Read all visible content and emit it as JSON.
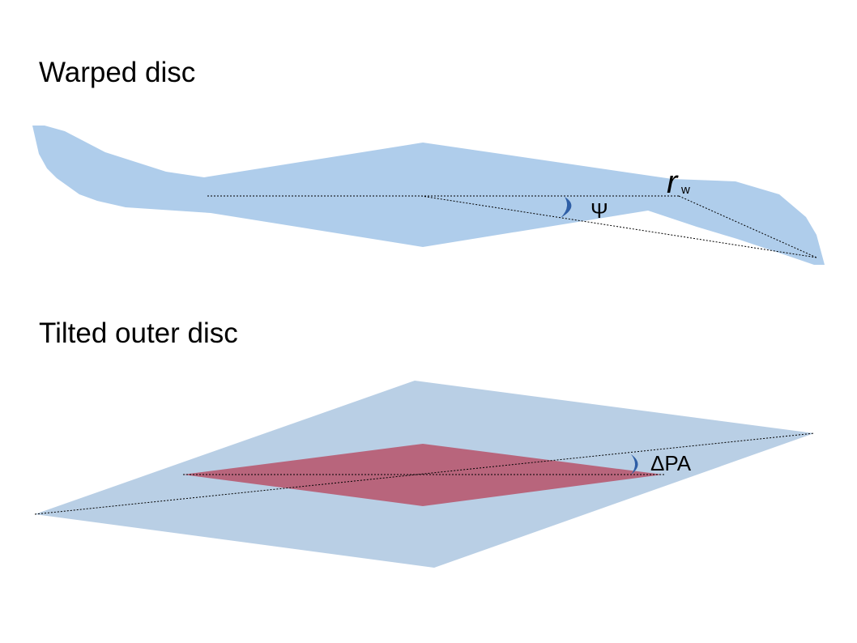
{
  "panels": {
    "warped": {
      "title": "Warped disc",
      "angle_label": "Ψ",
      "radius_symbol": "r",
      "radius_subscript": "w"
    },
    "tilted": {
      "title": "Tilted outer disc",
      "angle_label": "ΔPA"
    }
  },
  "colors": {
    "warped_disc": "#afcdeb",
    "outer_disc": "#b9cfe5",
    "inner_disc": "#b8657c",
    "angle_arc": "#2e5ea6",
    "line": "#000000"
  }
}
